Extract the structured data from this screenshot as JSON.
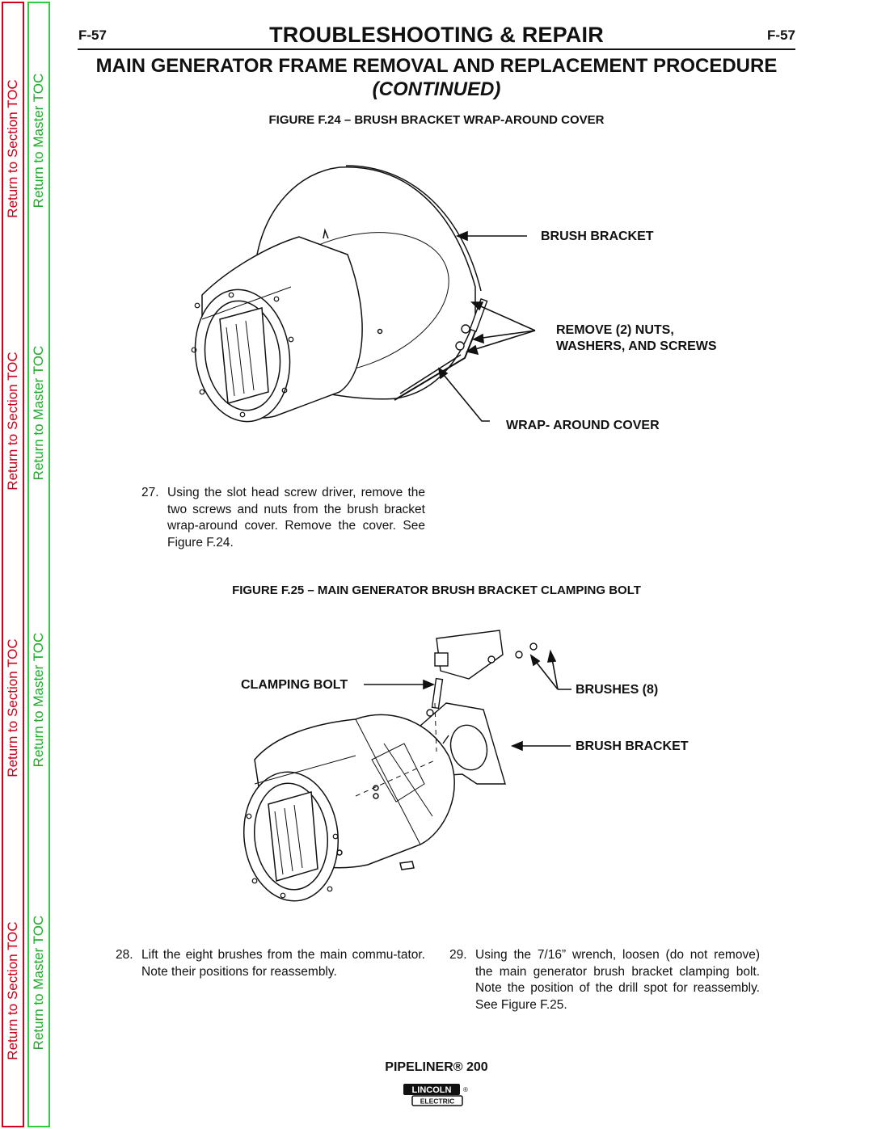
{
  "toc": {
    "section_label": "Return to Section TOC",
    "master_label": "Return to Master TOC"
  },
  "header": {
    "page_code": "F-57",
    "title": "TROUBLESHOOTING & REPAIR"
  },
  "procedure": {
    "title": "MAIN GENERATOR FRAME REMOVAL AND REPLACEMENT PROCEDURE",
    "continued": "(CONTINUED)"
  },
  "figure_24": {
    "caption": "FIGURE F.24 – BRUSH BRACKET WRAP-AROUND COVER",
    "callouts": {
      "brush_bracket": "BRUSH BRACKET",
      "remove_line1": "REMOVE (2) NUTS,",
      "remove_line2": "WASHERS, AND SCREWS",
      "wrap_cover": "WRAP- AROUND COVER"
    }
  },
  "steps": {
    "s27": {
      "num": "27.",
      "text": "Using the slot head screw driver, remove the two screws and nuts from the brush bracket wrap-around cover. Remove the cover. See Figure F.24."
    },
    "s28": {
      "num": "28.",
      "text": "Lift the eight brushes from the main commu-tator. Note their positions for reassembly."
    },
    "s29": {
      "num": "29.",
      "text": "Using the 7/16” wrench, loosen (do not remove) the main generator brush bracket clamping bolt. Note the position of the drill spot for reassembly. See Figure F.25."
    }
  },
  "figure_25": {
    "caption": "FIGURE F.25 – MAIN GENERATOR BRUSH BRACKET CLAMPING BOLT",
    "callouts": {
      "clamping_bolt": "CLAMPING BOLT",
      "brushes": "BRUSHES (8)",
      "brush_bracket": "BRUSH BRACKET"
    }
  },
  "footer": {
    "product": "PIPELINER® 200",
    "logo_top": "LINCOLN",
    "logo_bottom": "ELECTRIC",
    "logo_reg": "®"
  }
}
